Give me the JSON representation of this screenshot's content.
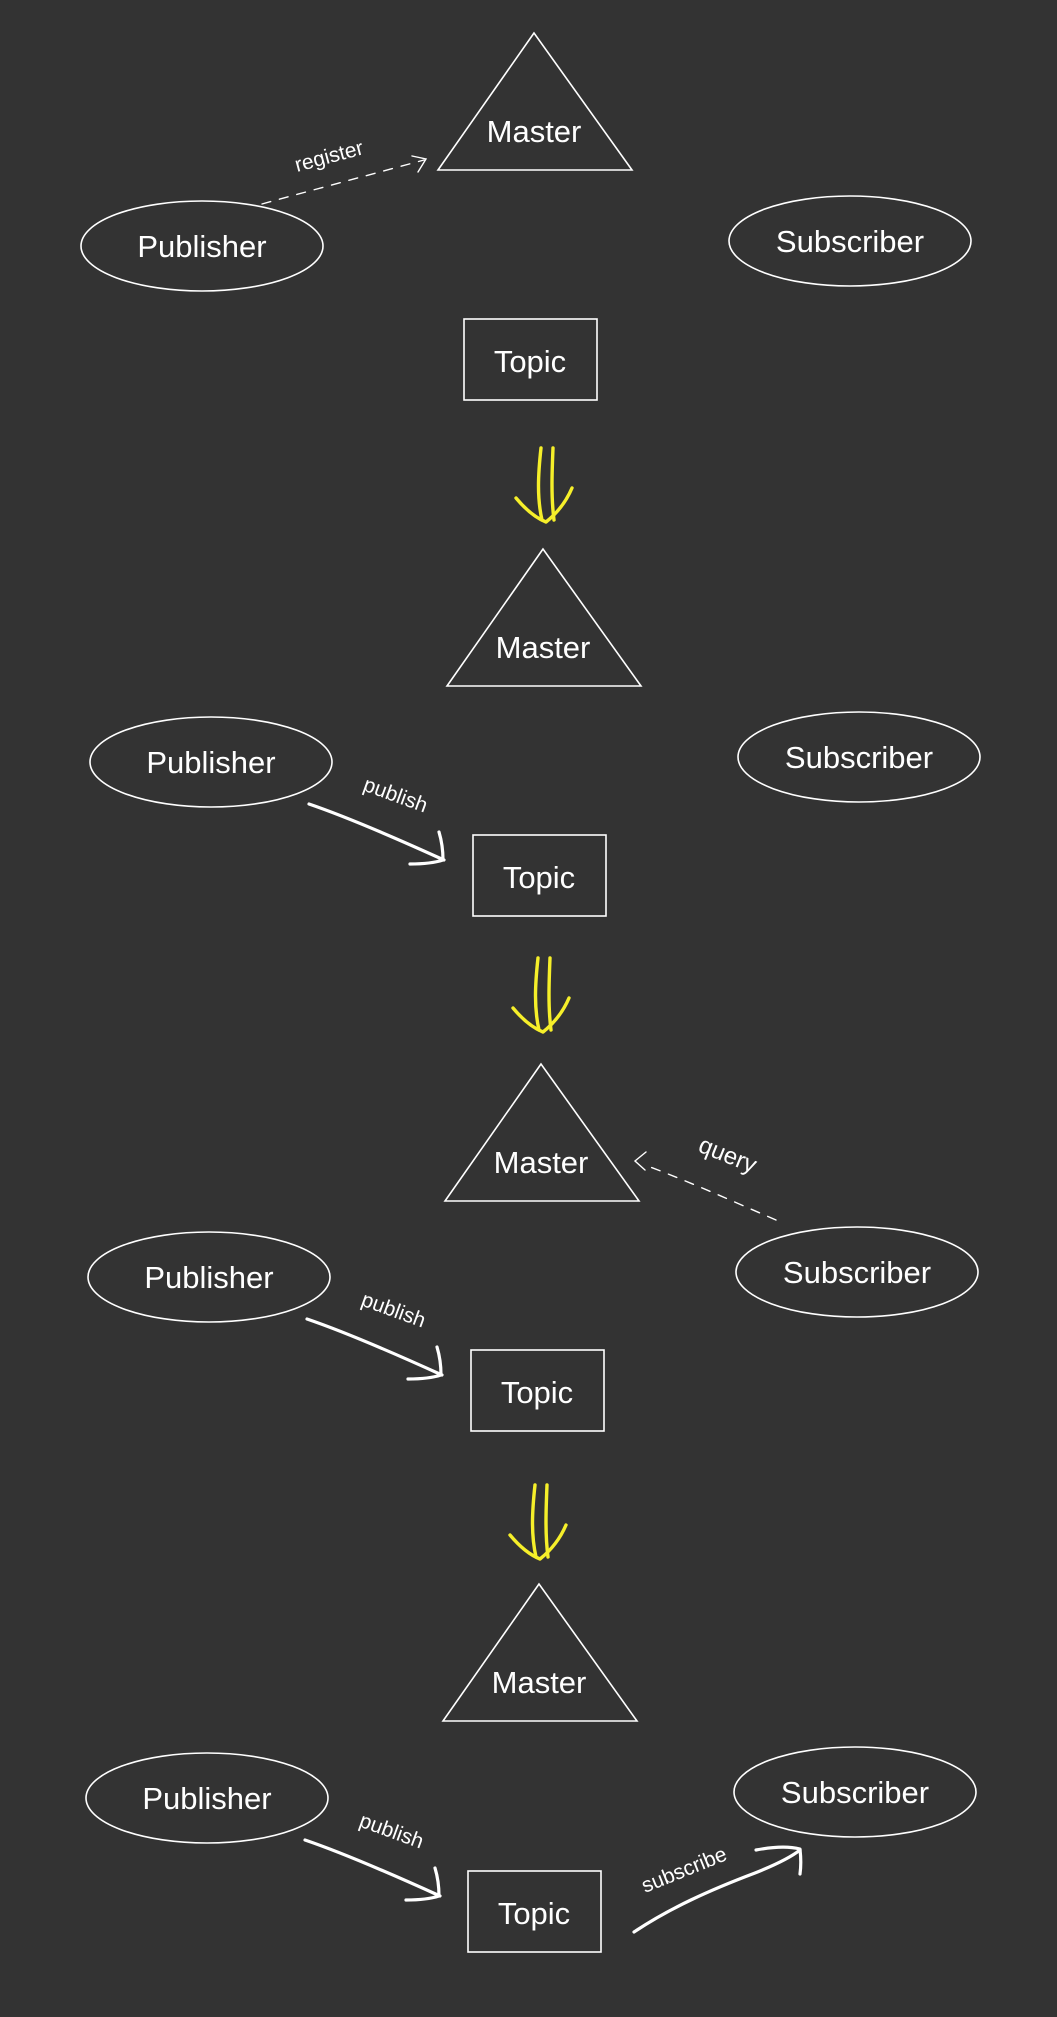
{
  "colors": {
    "background": "#333333",
    "stroke": "#ffffff",
    "step_arrow": "#f6ef2a"
  },
  "stages": [
    {
      "master": "Master",
      "publisher": "Publisher",
      "subscriber": "Subscriber",
      "topic": "Topic",
      "edges": {
        "register": "register"
      }
    },
    {
      "master": "Master",
      "publisher": "Publisher",
      "subscriber": "Subscriber",
      "topic": "Topic",
      "edges": {
        "publish": "publish"
      }
    },
    {
      "master": "Master",
      "publisher": "Publisher",
      "subscriber": "Subscriber",
      "topic": "Topic",
      "edges": {
        "publish": "publish",
        "query": "query"
      }
    },
    {
      "master": "Master",
      "publisher": "Publisher",
      "subscriber": "Subscriber",
      "topic": "Topic",
      "edges": {
        "publish": "publish",
        "subscribe": "subscribe"
      }
    }
  ]
}
